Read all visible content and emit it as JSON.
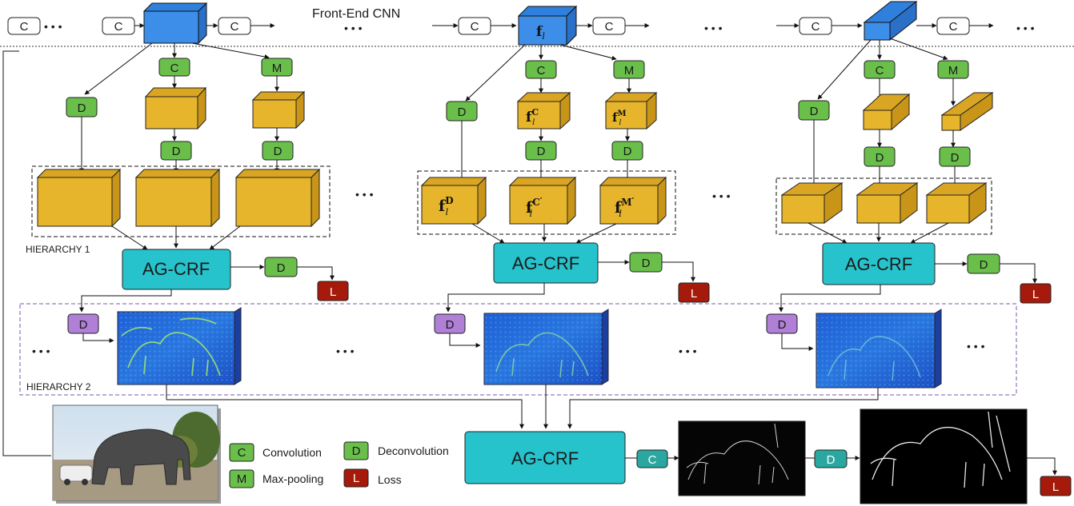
{
  "header": {
    "title": "Front-End CNN"
  },
  "ops": {
    "conv": "C",
    "pool": "M",
    "deconv": "D",
    "loss": "L"
  },
  "features": {
    "f": "f",
    "sub": "l",
    "sup_c": "C",
    "sup_m": "M",
    "sup_d": "D",
    "prime": "′"
  },
  "hierarchy": {
    "h1": "HIERARCHY 1",
    "h2": "HIERARCHY 2"
  },
  "agcrf": {
    "label": "AG-CRF"
  },
  "ellipsis": "• • •",
  "legend": {
    "convolution": "Convolution",
    "maxpooling": "Max-pooling",
    "deconvolution": "Deconvolution",
    "loss": "Loss"
  },
  "colors": {
    "conv_green": "#6abf4b",
    "deconv_purple": "#b07fd6",
    "loss_red": "#a51a0a",
    "agcrf_teal": "#26c3cc",
    "cnn_blue": "#3d8ee8",
    "feature_yellow": "#e6b52c"
  }
}
